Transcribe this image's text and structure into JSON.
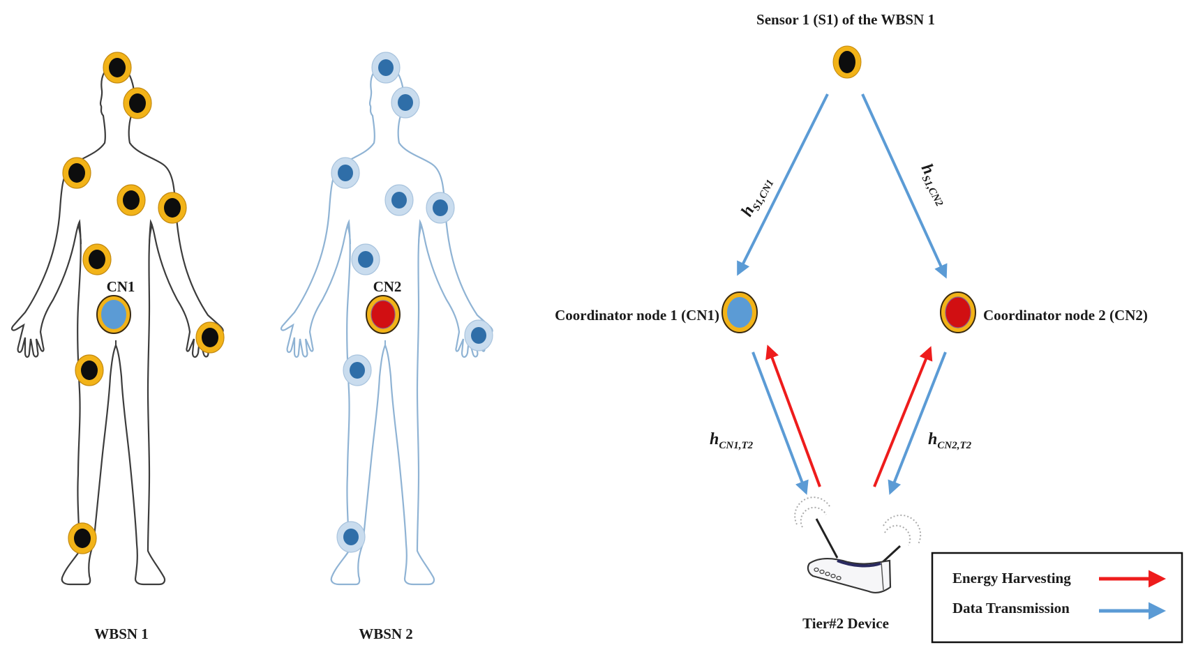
{
  "colors": {
    "sensor_ring": "#f2b318",
    "sensor_core": "#0d0d0d",
    "sensor_ring_edge": "#c48a10",
    "wbsn2_ring": "#c9dcee",
    "wbsn2_core": "#2f6ea8",
    "cn1_core": "#5b9bd5",
    "cn2_core": "#d10f12",
    "node_border": "#3a2a10",
    "outline_wbsn1": "#3c3c3c",
    "outline_wbsn2": "#8fb3d4",
    "energy_arrow": "#ee1c1c",
    "data_arrow": "#5b9bd5",
    "legend_border": "#111111"
  },
  "bodies": [
    {
      "id": "wbsn1",
      "caption": "WBSN 1",
      "coordinator_label": "CN1",
      "sensor_style": "yellow",
      "coordinator_style": "cn1",
      "sensor_positions": [
        [
          168,
          97
        ],
        [
          197,
          148
        ],
        [
          110,
          248
        ],
        [
          188,
          287
        ],
        [
          247,
          298
        ],
        [
          139,
          372
        ],
        [
          301,
          484
        ],
        [
          128,
          531
        ],
        [
          118,
          772
        ]
      ]
    },
    {
      "id": "wbsn2",
      "caption": "WBSN 2",
      "coordinator_label": "CN2",
      "sensor_style": "blue",
      "coordinator_style": "cn2",
      "sensor_positions": [
        [
          553,
          97
        ],
        [
          581,
          147
        ],
        [
          495,
          248
        ],
        [
          572,
          287
        ],
        [
          631,
          298
        ],
        [
          524,
          372
        ],
        [
          686,
          481
        ],
        [
          512,
          531
        ],
        [
          503,
          770
        ]
      ]
    }
  ],
  "network": {
    "sensor_label": "Sensor 1 (S1) of the WBSN 1",
    "cn1_label": "Coordinator node 1 (CN1)",
    "cn2_label": "Coordinator node 2 (CN2)",
    "device_label": "Tier#2 Device",
    "channels": {
      "s1_cn1": {
        "base": "h",
        "sub": "S1,CN1"
      },
      "s1_cn2": {
        "base": "h",
        "sub": "S1,CN2"
      },
      "cn1_t2": {
        "base": "h",
        "sub": "CN1,T2"
      },
      "cn2_t2": {
        "base": "h",
        "sub": "CN2,T2"
      }
    }
  },
  "legend": {
    "items": [
      {
        "label": "Energy Harvesting",
        "type": "energy"
      },
      {
        "label": "Data Transmission",
        "type": "data"
      }
    ]
  }
}
